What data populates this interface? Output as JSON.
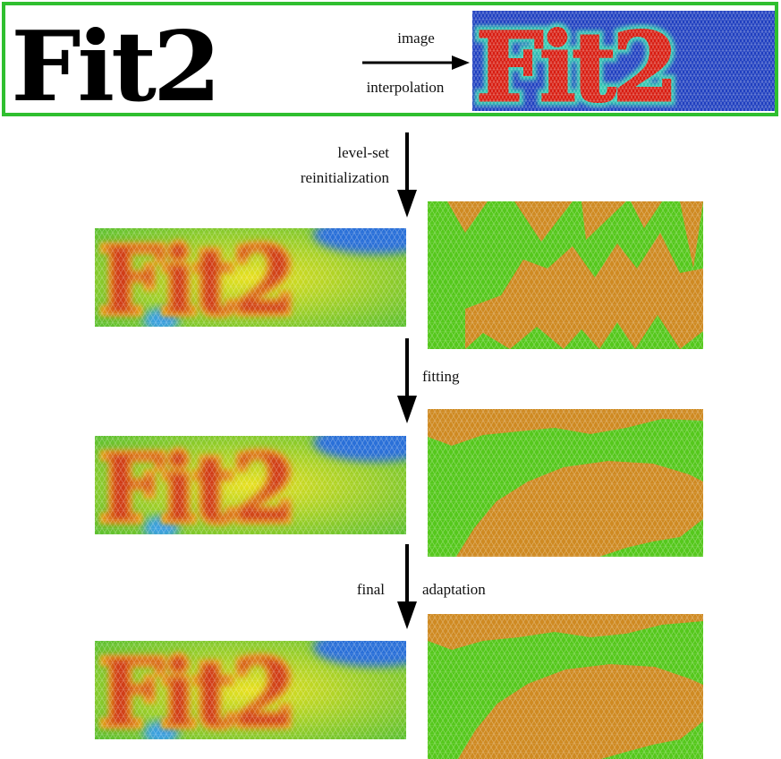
{
  "header": {
    "logo_text": "Fit2",
    "arrow_label_top": "image",
    "arrow_label_bottom": "interpolation",
    "frame_color": "#2fbf2f"
  },
  "steps": {
    "step1_line1": "level-set",
    "step1_line2": "reinitialization",
    "step2": "fitting",
    "step3_left": "final",
    "step3_right": "adaptation"
  },
  "colors": {
    "mesh_inside": "#d81c10",
    "mesh_outside": "#1f3fc0",
    "field_high": "#c82810",
    "field_mid": "#6cc02e",
    "field_low": "#3aa0e0",
    "zoom_green": "#55c81c",
    "zoom_orange": "#cf8a22"
  }
}
